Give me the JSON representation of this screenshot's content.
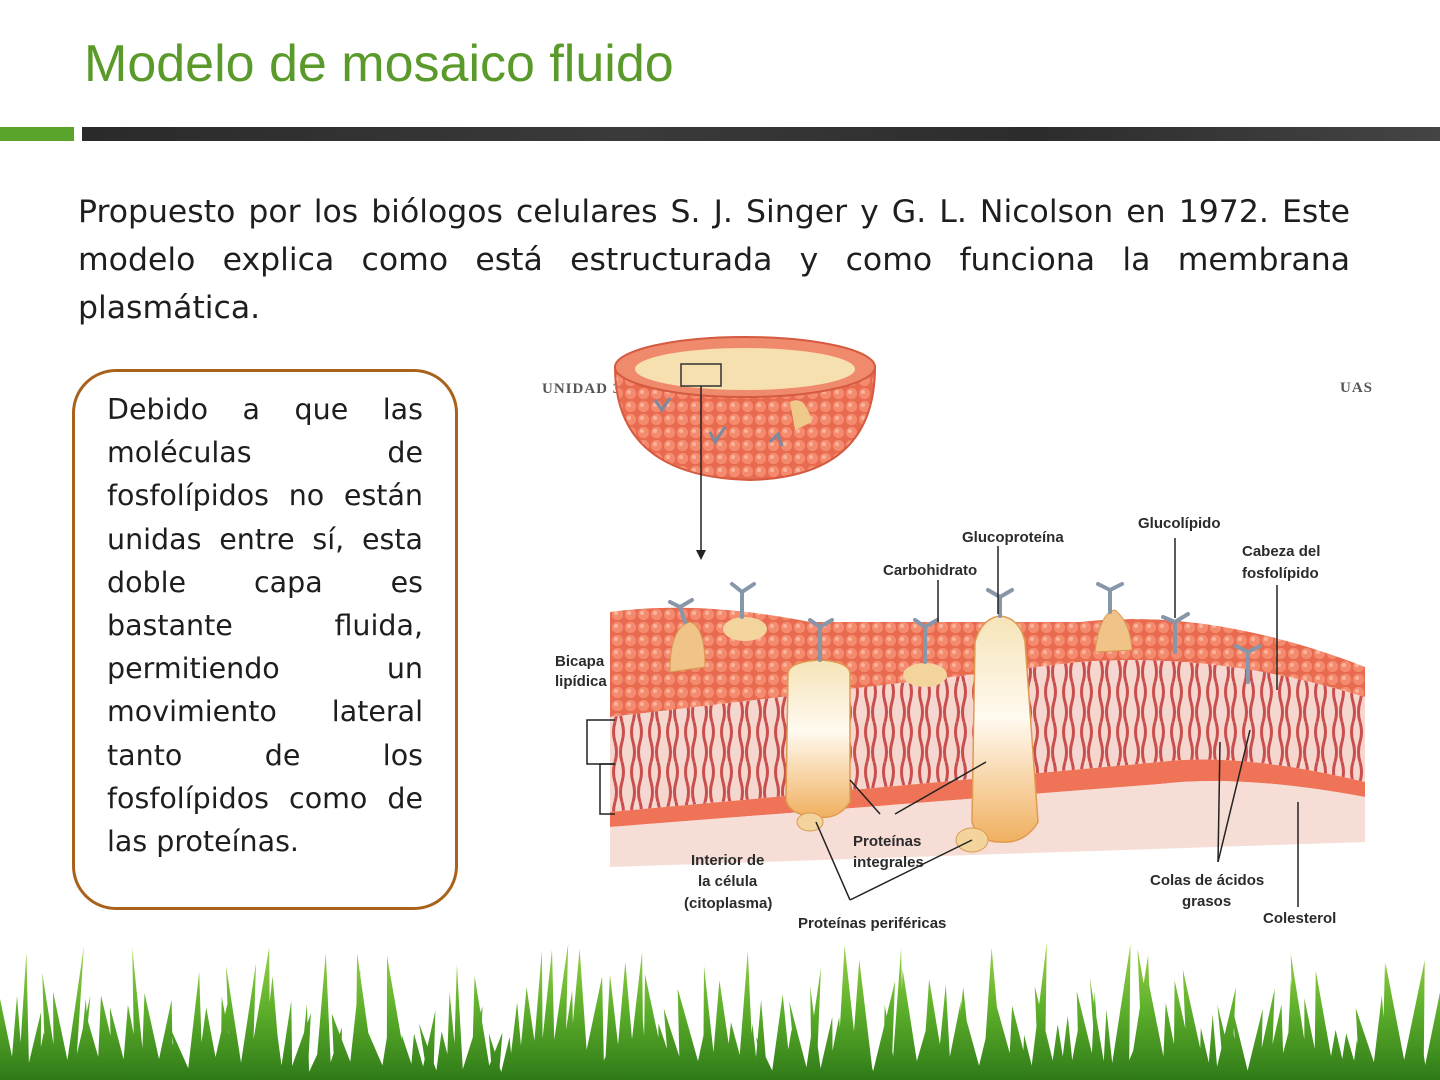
{
  "slide": {
    "title": "Modelo de mosaico fluido",
    "intro": "Propuesto por los biólogos celulares S. J. Singer y G. L. Nicolson en 1972.  Este modelo explica como está estructurada y como funciona la membrana plasmática.",
    "callout": "Debido a que las moléculas de fosfolípidos no están unidas entre sí, esta doble capa es bastante fluida, permitiendo un movimiento lateral tanto de los fosfolípidos como de las proteínas."
  },
  "figure": {
    "header_left": "UNIDAD 3",
    "header_right": "UAS",
    "labels": {
      "glucoproteina": "Glucoproteína",
      "glucolipido": "Glucolípido",
      "carbohidrato": "Carbohidrato",
      "cabeza_line1": "Cabeza del",
      "cabeza_line2": "fosfolípido",
      "bicapa_line1": "Bicapa",
      "bicapa_line2": "lipídica",
      "integrales_line1": "Proteínas",
      "integrales_line2": "integrales",
      "interior_line1": "Interior de",
      "interior_line2": "la célula",
      "interior_line3": "(citoplasma)",
      "perifericas": "Proteínas periféricas",
      "colas_line1": "Colas de ácidos",
      "colas_line2": "grasos",
      "colesterol": "Colesterol"
    }
  },
  "colors": {
    "title_green": "#5a9a2a",
    "accent_green": "#5ba42c",
    "callout_border": "#a8621c",
    "membrane_head": "#ef7a5e",
    "protein": "#f3d9a0"
  }
}
